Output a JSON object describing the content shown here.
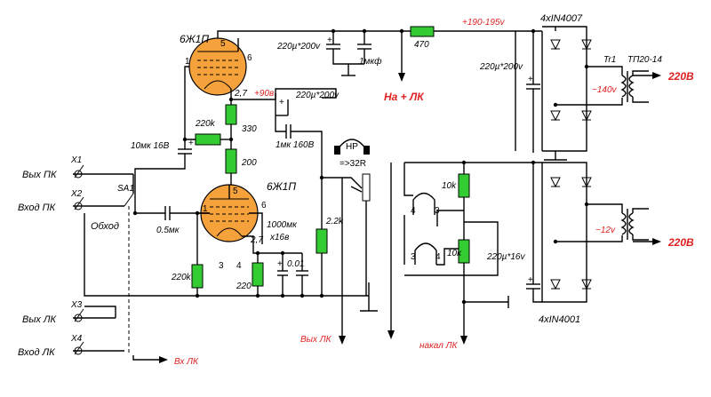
{
  "tubes": {
    "top": "6Ж1П",
    "bottom": "6Ж1П"
  },
  "pins": {
    "t5": "5",
    "t6": "6",
    "t1": "1",
    "b5": "5",
    "b6": "6",
    "b1": "1",
    "b3": "3",
    "b4": "4"
  },
  "resistors": {
    "r330": "330",
    "r200": "200",
    "r220k_top": "220k",
    "r470": "470",
    "r2_2k": "2.2k",
    "r220k_bot": "220k",
    "r220": "220",
    "r10k_top": "10k",
    "r10k_bot": "10k"
  },
  "caps": {
    "c_top": "220µ*200v",
    "c_1mkf": "1мкф",
    "c_mid": "220µ*200v",
    "c_1mk160": "1мк 160В",
    "c_10mk": "10мк 16В",
    "c_05": "0.5мк",
    "c_1000": "1000мк",
    "c_1000v": "х16в",
    "c_001": "0.01",
    "c_rect_top": "220µ*200v",
    "c_rect_bot": "220µ*16v"
  },
  "voltages": {
    "v27a": "2,7",
    "v90": "+90в",
    "v27b": "2,7",
    "v190": "+190-195v",
    "v140": "~140v",
    "v12": "~12v"
  },
  "connectors": {
    "x1": "X1",
    "x2": "X2",
    "x3": "X3",
    "x4": "X4",
    "sa1": "SA1"
  },
  "labels": {
    "out_pk": "Вых ПК",
    "in_pk": "Вход ПК",
    "bypass": "Обход",
    "out_lk": "Вых ЛК",
    "in_lk": "Вход ЛК",
    "vx_lk": "Вх ЛК",
    "vyx_lk_bottom": "Вых ЛК",
    "na_lk": "На + ЛК",
    "nakal_lk": "накал ЛК",
    "hp": "HP",
    "hp_imp": "=>32R"
  },
  "rectifiers": {
    "top": "4xIN4007",
    "bottom": "4xIN4001"
  },
  "transformer": {
    "tr": "Tr1",
    "model": "ТП20-14",
    "v220a": "220В",
    "v220b": "220В"
  },
  "socket_pins": {
    "a4": "4",
    "a3": "3",
    "b3": "3",
    "b4": "4"
  }
}
